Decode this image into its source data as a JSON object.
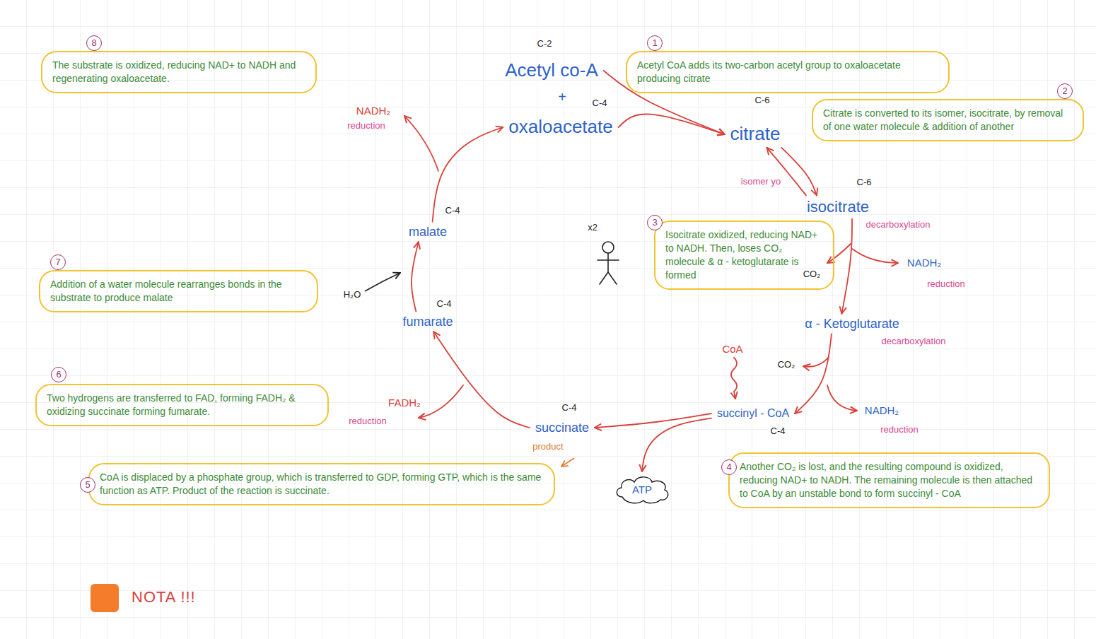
{
  "diagram": {
    "nodes": [
      {
        "text": [
          "8",
          "The substrate is oxidized, reducing NAD+ to NADH and regenerating oxaloacetate."
        ]
      },
      {
        "text": [
          "Acetyl co-A"
        ]
      },
      {
        "text": [
          "oxaloacetate"
        ]
      },
      {
        "text": [
          "1",
          "Acetyl CoA adds its two-carbon acetyl group to oxaloacetate producing citrate"
        ]
      },
      {
        "text": [
          "2",
          "Citrate is converted to its isomer, isocitrate, by removal of one water molecule & addition of another"
        ]
      },
      {
        "text": [
          "citrate"
        ]
      },
      {
        "text": [
          "isocitrate"
        ]
      },
      {
        "text": [
          "3",
          "Isocitrate oxidized, reducing NAD+ to NADH. Then, loses CO₂ molecule & α - ketoglutarate is formed"
        ]
      },
      {
        "text": [
          "malate"
        ]
      },
      {
        "text": [
          "7",
          "Addition of a water molecule rearranges bonds in the substrate to produce malate"
        ]
      },
      {
        "text": [
          "fumarate"
        ]
      },
      {
        "text": [
          "α - Ketoglutarate"
        ]
      },
      {
        "text": [
          "6",
          "Two hydrogens are transferred to FAD, forming FADH₂ & oxidizing succinate forming fumarate."
        ]
      },
      {
        "text": [
          "succinate"
        ]
      },
      {
        "text": [
          "succinyl - CoA"
        ]
      },
      {
        "text": [
          "4",
          "Another CO₂ is lost, and the resulting compound is oxidized, reducing NAD+ to NADH. The remaining molecule is then attached to CoA by an unstable bond to form succinyl - CoA"
        ]
      },
      {
        "text": [
          "ATP"
        ]
      },
      {
        "text": [
          "5",
          "CoA is displaced by a phosphate group, which is transferred to GDP, forming GTP, which is the same function as ATP. Product of the reaction is succinate."
        ]
      }
    ],
    "edges": [
      {
        "from": 1,
        "to": 5,
        "arrow": "to"
      },
      {
        "from": 2,
        "to": 5,
        "arrow": "to"
      },
      {
        "from": 5,
        "to": 6,
        "arrow": "to"
      },
      {
        "from": 6,
        "to": 5,
        "arrow": "to",
        "label": "isomer yo"
      },
      {
        "from": 6,
        "to": 11,
        "arrow": "to"
      },
      {
        "from": 11,
        "to": 14,
        "arrow": "to"
      },
      {
        "from": 14,
        "to": 13,
        "arrow": "to"
      },
      {
        "from": 14,
        "to": 16,
        "arrow": "to"
      },
      {
        "from": 13,
        "to": 10,
        "arrow": "to"
      },
      {
        "from": 10,
        "to": 8,
        "arrow": "to"
      },
      {
        "from": 8,
        "to": 2,
        "arrow": "to"
      }
    ],
    "labels": [
      "C-2",
      "+",
      "C-4",
      "C-6",
      "C-6",
      "decarboxylation",
      "CO₂",
      "NADH₂",
      "reduction",
      "decarboxylation",
      "CO₂",
      "CoA",
      "NADH₂",
      "reduction",
      "C-4",
      "C-4",
      "product",
      "FADH₂",
      "reduction",
      "H₂O",
      "C-4",
      "C-4",
      "NADH₂",
      "reduction",
      "x2"
    ],
    "legend": [
      {
        "text": "NOTA !!!",
        "color": "#f47c2a"
      }
    ]
  }
}
